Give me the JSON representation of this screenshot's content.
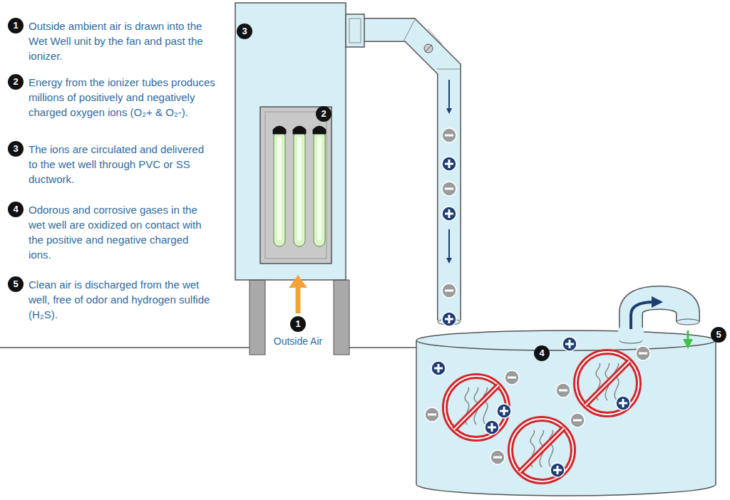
{
  "diagram": {
    "labels": [
      "1",
      "Outside ambient air is drawn into the Wet Well unit by the fan and past the ionizer.",
      "2",
      "Energy from the ionizer tubes produces millions of positively and negatively charged oxygen ions (O₂+ & O₂-).",
      "3",
      "The ions are circulated and delivered to the wet well through PVC or SS ductwork.",
      "4",
      "Odorous and corrosive gases in the wet well are oxidized on contact with the positive and negative charged ions.",
      "5",
      "Clean air is discharged from the wet well, free of odor and hydrogen sulfide (H₂S).",
      "3",
      "2",
      "1",
      "Outside Air",
      "4",
      "5"
    ]
  }
}
